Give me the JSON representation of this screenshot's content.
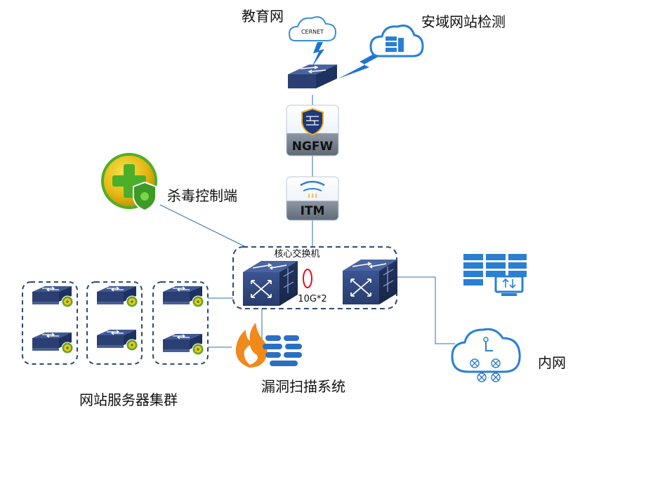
{
  "labels": {
    "cernet": "教育网",
    "cernet_logo": "CERNET",
    "website_check": "安域网站检测",
    "ngfw": "NGFW",
    "itm": "ITM",
    "antivirus": "杀毒控制端",
    "core_switch": "核心交换机",
    "link_speed": "10G*2",
    "vuln_scan": "漏洞扫描系统",
    "intranet": "内网",
    "server_cluster": "网站服务器集群"
  },
  "colors": {
    "device_blue": "#2b3f73",
    "accent_blue": "#2a7fd4",
    "cloud_blue": "#3a8fd8",
    "line": "#2d6fb8",
    "dashed_border": "#2a4a75",
    "link_ring": "#e0101a",
    "firewall_orange": "#f08a1c",
    "antivirus_green": "#4caf2a",
    "antivirus_yellow": "#f2c318"
  },
  "icons": [
    "cloud-icon",
    "lightning-icon",
    "router-icon",
    "firewall-icon",
    "itm-icon",
    "antivirus-icon",
    "core-switch-icon",
    "server-icon",
    "firewall-flame-icon",
    "clock-cloud-icon"
  ]
}
